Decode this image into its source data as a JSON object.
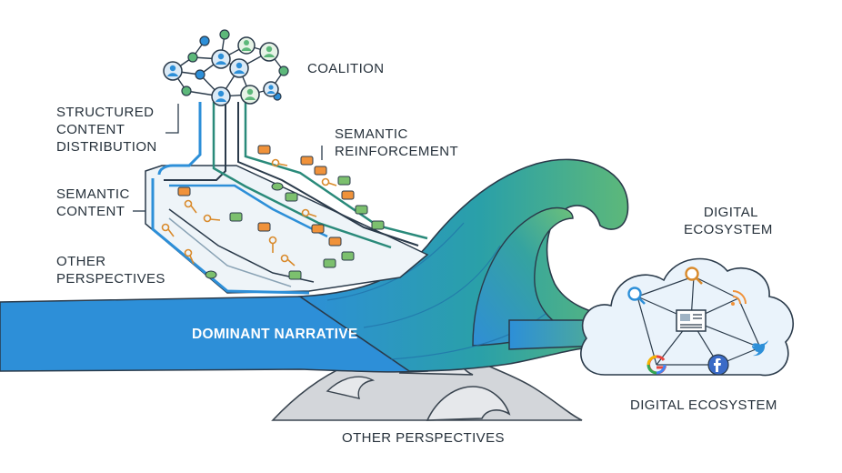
{
  "labels": {
    "coalition": "COALITION",
    "structured_content_distribution": [
      "STRUCTURED",
      "CONTENT",
      "DISTRIBUTION"
    ],
    "semantic_reinforcement": [
      "SEMANTIC",
      "REINFORCEMENT"
    ],
    "semantic_content": [
      "SEMANTIC",
      "CONTENT"
    ],
    "other_perspectives_left": [
      "OTHER",
      "PERSPECTIVES"
    ],
    "dominant_narrative": "DOMINANT NARRATIVE",
    "digital_ecosystem_top": [
      "DIGITAL",
      "ECOSYSTEM"
    ],
    "digital_ecosystem_bottom": "DIGITAL ECOSYSTEM",
    "other_perspectives_bottom": "OTHER PERSPECTIVES"
  },
  "colors": {
    "banner_blue": "#2d8fd8",
    "wave_green": "#5db87a",
    "wave_teal": "#2aa0a8",
    "line_dark": "#2a3a4a",
    "chat_orange": "#f0923a",
    "chat_green": "#7cc06e",
    "cloud_fill": "#eaf3fb",
    "gray_waves": "#cfd3d8"
  },
  "icons": [
    "user-icon",
    "key-icon",
    "chat-bubble-icon",
    "search-icon",
    "rss-icon",
    "newspaper-icon",
    "google-icon",
    "facebook-icon",
    "twitter-icon"
  ]
}
